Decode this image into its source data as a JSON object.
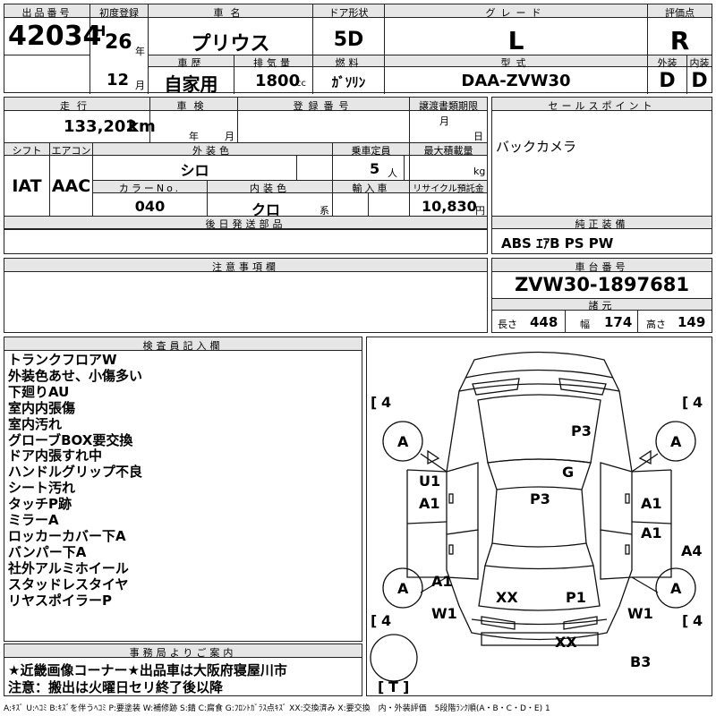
{
  "listing": {
    "lot_label": "出品番号",
    "lot_number": "42034",
    "first_reg_label": "初度登録",
    "era_prefix": "H",
    "year": "26",
    "year_unit": "年",
    "month": "12",
    "month_unit": "月",
    "car_name_label": "車名",
    "car_name": "プリウス",
    "door_label": "ドア形状",
    "door": "5D",
    "grade_label": "グレード",
    "grade": "L",
    "score_label": "評価点",
    "score": "R",
    "history_label": "車歴",
    "history": "自家用",
    "displacement_label": "排気量",
    "displacement": "1800",
    "displacement_unit": "cc",
    "fuel_label": "燃料",
    "fuel": "ｶﾞｿﾘﾝ",
    "model_label": "型式",
    "model": "DAA-ZVW30",
    "exterior_label": "外装",
    "exterior_grade": "D",
    "interior_label": "内装",
    "interior_grade": "D"
  },
  "details": {
    "mileage_label": "走行",
    "mileage": "133,202",
    "mileage_unit": "km",
    "inspection_label": "車検",
    "inspection_year_unit": "年",
    "inspection_month_unit": "月",
    "reg_number_label": "登録番号",
    "transfer_doc_label": "譲渡書類期限",
    "transfer_month_unit": "月",
    "transfer_day_unit": "日",
    "shift_label": "シフト",
    "shift": "IAT",
    "aircon_label": "エアコン",
    "aircon": "AAC",
    "ext_color_label": "外装色",
    "ext_color": "シロ",
    "capacity_label": "乗車定員",
    "capacity": "5",
    "capacity_unit": "人",
    "max_load_label": "最大積載量",
    "max_load_unit": "kg",
    "color_no_label": "カラーNo.",
    "color_no": "040",
    "int_color_label": "内装色",
    "int_color": "クロ",
    "int_color_unit": "系",
    "import_label": "輸入車",
    "recycle_label": "リサイクル預託金",
    "recycle_fee": "10,830",
    "recycle_unit": "円",
    "later_parts_label": "後日発送部品"
  },
  "sales": {
    "label": "セールスポイント",
    "text": "バックカメラ",
    "equipment_label": "純正装備",
    "equipment": "ABS ｴｱB PS PW"
  },
  "notes": {
    "label": "注意事項欄"
  },
  "chassis": {
    "label": "車台番号",
    "number": "ZVW30-1897681",
    "specs_label": "諸元",
    "length_label": "長さ",
    "length": "448",
    "width_label": "幅",
    "width": "174",
    "height_label": "高さ",
    "height": "149"
  },
  "inspector": {
    "label": "検査員記入欄",
    "lines": [
      "トランクフロアW",
      "外装色あせ、小傷多い",
      "下廻りAU",
      "室内内張傷",
      "室内汚れ",
      "グローブBOX要交換",
      "ドア内張すれ中",
      "ハンドルグリップ不良",
      "シート汚れ",
      "タッチP跡",
      "ミラーA",
      "ロッカーカバー下A",
      "バンパー下A",
      "社外アルミホイール",
      "スタッドレスタイヤ",
      "リヤスポイラーP"
    ]
  },
  "diagram": {
    "tire_fl": "4",
    "tire_fr": "4",
    "tire_rl": "4",
    "tire_rr": "4",
    "tire_spare": "T",
    "wheel_fl": "A",
    "wheel_fr": "A",
    "wheel_rl": "A",
    "wheel_rr": "A",
    "hood": "P3",
    "glass": "G",
    "roof": "P3",
    "left_front_fender": "U1",
    "left_front_door": "A1",
    "right_front_door": "A1",
    "right_rear_door": "A1",
    "right_rocker": "A4",
    "left_rear": "A1",
    "left_rear_bumper": "W1",
    "right_rear_bumper": "W1",
    "trunk_left": "XX",
    "trunk_right": "P1",
    "rear_bumper": "XX",
    "rear_bottom": "B3"
  },
  "office": {
    "label": "事務局よりご案内",
    "line1": "★近畿画像コーナー★出品車は大阪府寝屋川市",
    "line2": "注意：搬出は火曜日セリ終了後以降"
  },
  "legend": "A:ｷｽﾞ U:ﾍｺﾐ B:ｷｽﾞを伴うﾍｺﾐ P:要塗装 W:補修跡 S:錆 C:腐食 G:ﾌﾛﾝﾄｶﾞﾗｽ点ｷｽﾞ XX:交換済み X:要交換　内・外装評価　5段階ﾗﾝｸ順(A・B・C・D・E) 1"
}
